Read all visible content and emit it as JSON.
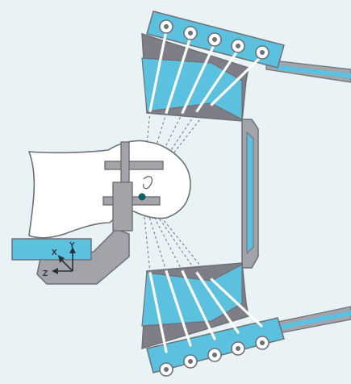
{
  "colors": {
    "background": "#e9f3f6",
    "cyan": "#5cc1df",
    "gray_dark": "#7e7f86",
    "gray_mid": "#a2a4aa",
    "outline": "#6e7077",
    "head_fill": "#ffffff",
    "target_dot": "#0c5f66",
    "rays": "#6e7077"
  },
  "diagram": {
    "axes_labels": {
      "x": "X",
      "y": "Y",
      "z": "Z"
    },
    "icons": [
      "head-outline",
      "stereotactic-frame",
      "target-point",
      "upper-collimator-array",
      "lower-collimator-array",
      "radiation-source-connector",
      "patient-couch"
    ],
    "upper_source_count": 5,
    "lower_source_count": 5
  }
}
